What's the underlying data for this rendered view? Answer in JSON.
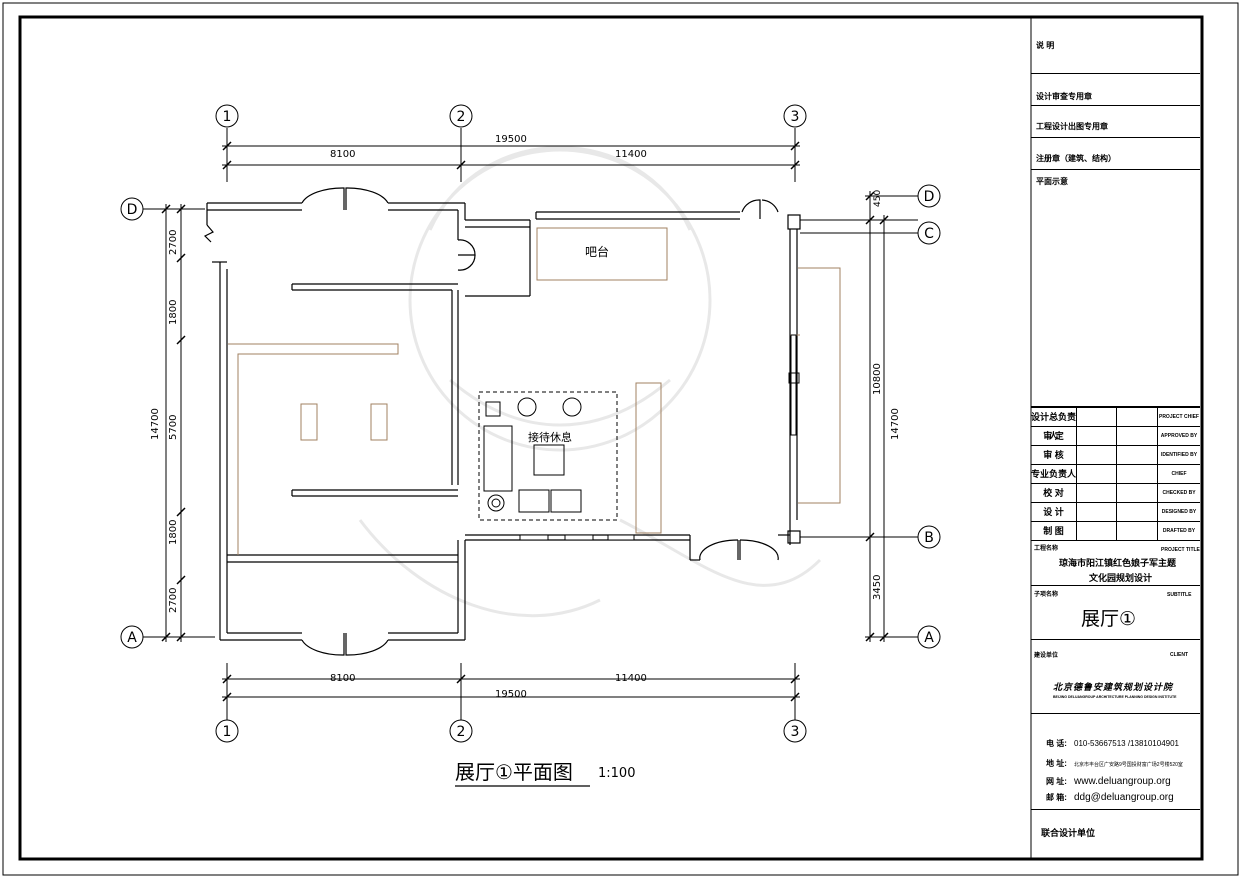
{
  "drawing": {
    "title": "展厅①平面图",
    "scale": "1:100",
    "grid_columns": [
      "1",
      "2",
      "3"
    ],
    "grid_rows": [
      "D",
      "C",
      "B",
      "A"
    ],
    "dims_top": {
      "total": "19500",
      "seg1": "8100",
      "seg2": "11400"
    },
    "dims_bottom": {
      "total": "19500",
      "seg1": "8100",
      "seg2": "11400"
    },
    "dims_left": {
      "total": "14700",
      "segs": [
        "2700",
        "1800",
        "5700",
        "1800",
        "2700"
      ]
    },
    "dims_right": {
      "total": "14700",
      "top": "450",
      "mid": "10800",
      "bottom": "3450"
    },
    "rooms": {
      "bar": "吧台",
      "lounge": "接待休息"
    }
  },
  "title_block": {
    "notes": "说  明",
    "review_seal": "设计审查专用章",
    "out_seal": "工程设计出图专用章",
    "reg_seal": "注册章（建筑、结构）",
    "plan_sketch": "平面示意",
    "signoff": [
      {
        "cn": "设计总负责人",
        "en": "PROJECT CHIEF"
      },
      {
        "cn": "审  定",
        "en": "APPROVED BY"
      },
      {
        "cn": "审  核",
        "en": "IDENTIFIED BY"
      },
      {
        "cn": "专业负责人",
        "en": "CHIEF"
      },
      {
        "cn": "校  对",
        "en": "CHECKED BY"
      },
      {
        "cn": "设  计",
        "en": "DESIGNED BY"
      },
      {
        "cn": "制  图",
        "en": "DRAFTED BY"
      }
    ],
    "project_label": "工程名称",
    "project_label_en": "PROJECT TITLE",
    "project_name_1": "琼海市阳江镇红色娘子军主题",
    "project_name_2": "文化园规划设计",
    "subtitle_label": "子项名称",
    "subtitle_label_en": "SUBTITLE",
    "subtitle": "展厅①",
    "client_label": "建设单位",
    "client_label_en": "CLIENT",
    "company": "北京德鲁安建筑规划设计院",
    "company_en": "BEIJING DELUANGROUP ARCHITECTURE PLANNING DESIGN INSTITUTE",
    "phone_label": "电  话:",
    "phone": "010-53667513 /13810104901",
    "address_label": "地  址:",
    "address": "北京市丰台区广安路9号国投财富广场2号楼520室",
    "web_label": "网  址:",
    "web": "www.deluangroup.org",
    "email_label": "邮  箱:",
    "email": "ddg@deluangroup.org",
    "joint_design": "联合设计单位"
  }
}
